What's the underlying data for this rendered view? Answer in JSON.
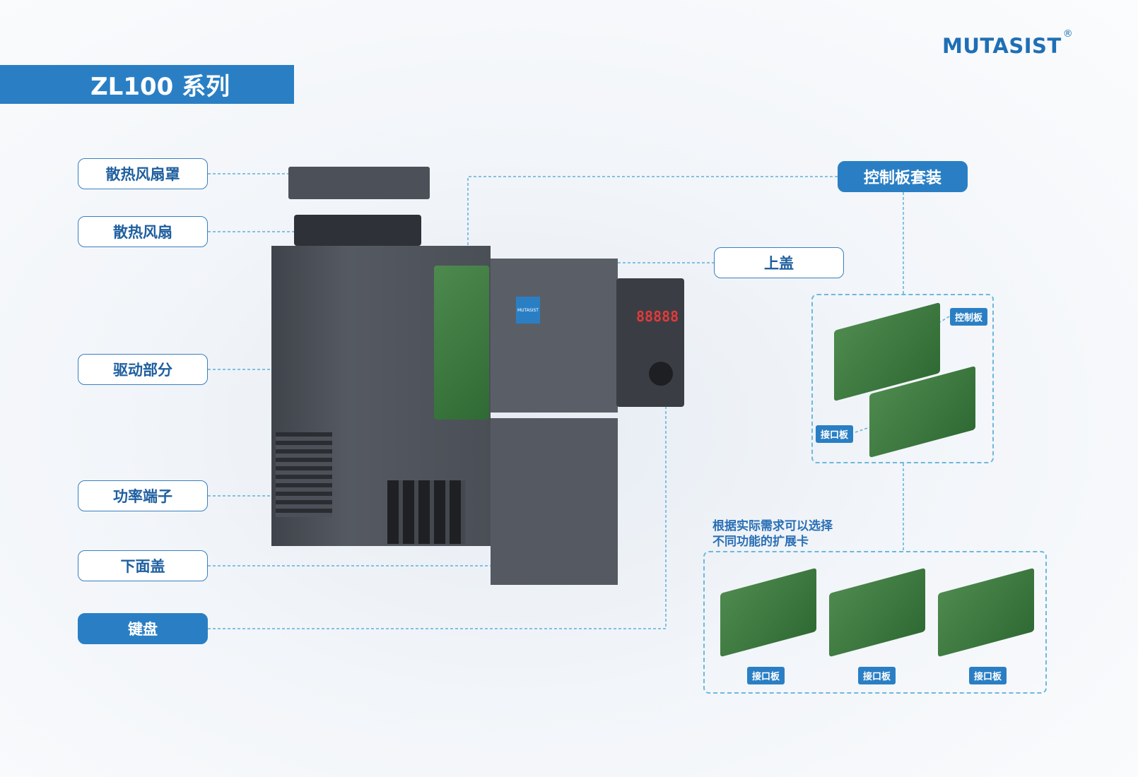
{
  "header": {
    "title": "ZL100 系列",
    "brand": "MUTASIST",
    "brand_mark": "®"
  },
  "left_labels": [
    {
      "label": "散热风扇罩"
    },
    {
      "label": "散热风扇"
    },
    {
      "label": "驱动部分"
    },
    {
      "label": "功率端子"
    },
    {
      "label": "下面盖"
    },
    {
      "label": "键盘"
    }
  ],
  "right_labels": {
    "control_kit": "控制板套装",
    "top_cover": "上盖"
  },
  "control_kit_box": {
    "control_board_tag": "控制板",
    "interface_board_tag": "接口板"
  },
  "expansion": {
    "note_line1": "根据实际需求可以选择",
    "note_line2": "不同功能的扩展卡",
    "cards": [
      {
        "tag": "接口板"
      },
      {
        "tag": "接口板"
      },
      {
        "tag": "接口板"
      }
    ]
  },
  "device": {
    "panel_logo": "MUTASIST",
    "keypad_display": "88888"
  },
  "colors": {
    "accent": "#2a7fc4",
    "brand": "#1f6fb5",
    "dash": "#6cb8e0",
    "device": "#4c5159"
  }
}
